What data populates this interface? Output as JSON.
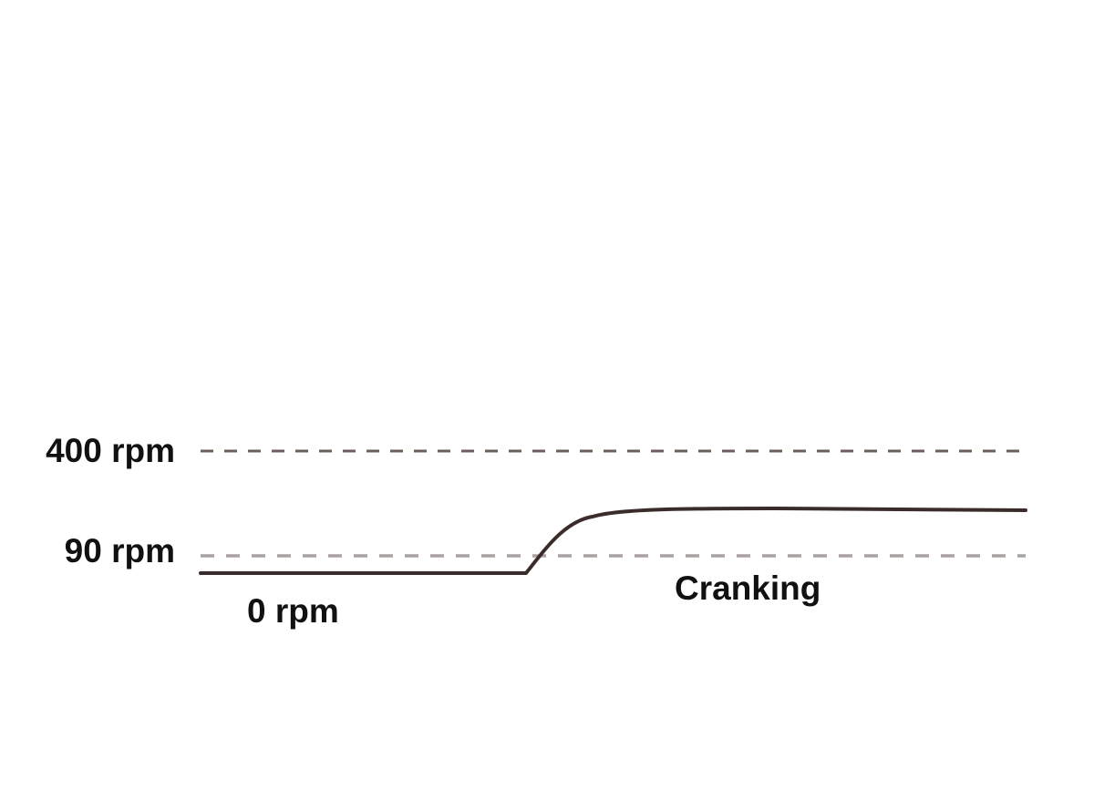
{
  "labels": {
    "upper_threshold": "400 rpm",
    "lower_threshold": "90 rpm",
    "start_level": "0 rpm",
    "phase": "Cranking"
  },
  "colors": {
    "upper_dash": "#6b5f5c",
    "lower_dash": "#a9a2a0",
    "signal": "#3a2c2a",
    "text": "#111111"
  }
}
